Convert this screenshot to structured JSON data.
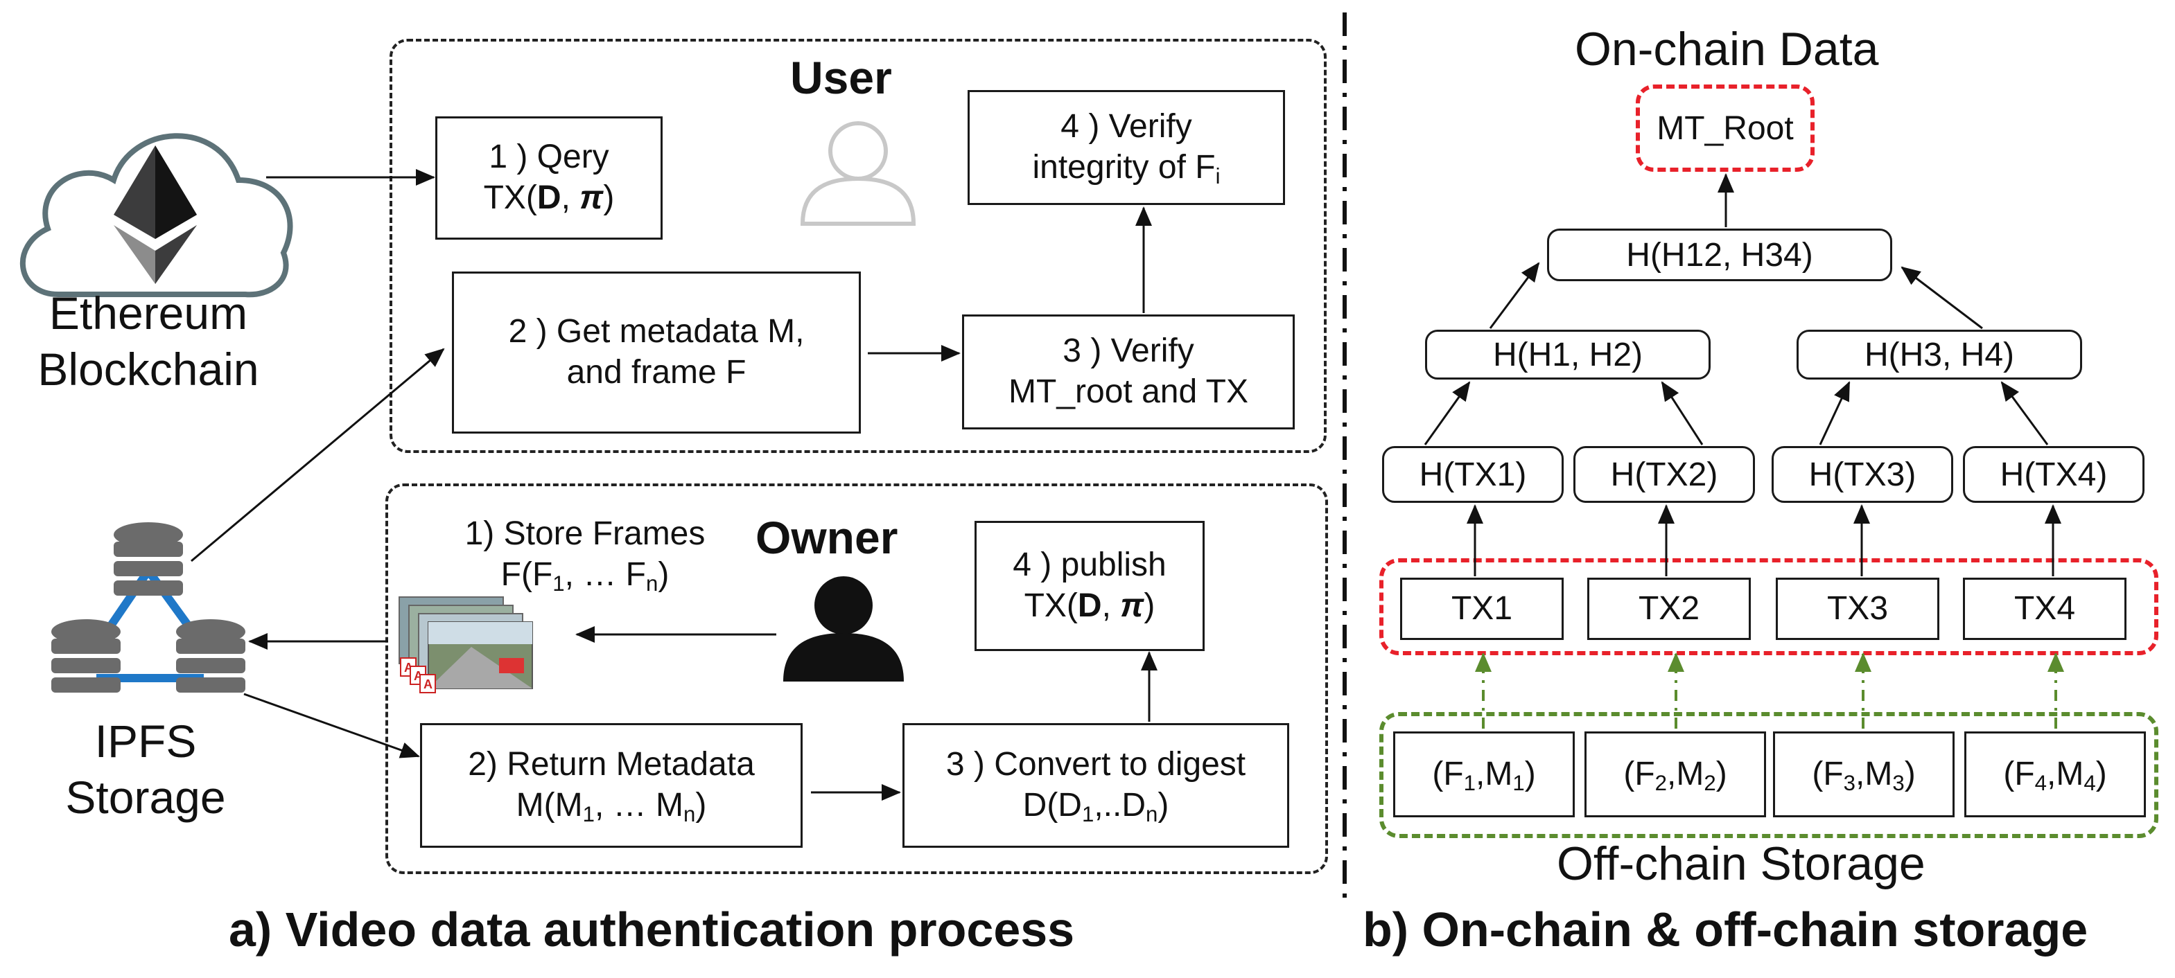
{
  "left": {
    "caption": "a) Video data authentication process",
    "ethereum": {
      "line1": "Ethereum",
      "line2": "Blockchain"
    },
    "ipfs": {
      "line1": "IPFS",
      "line2": "Storage"
    },
    "user": {
      "title": "User",
      "query": {
        "line1": "1 ) Qery",
        "tx_prefix": "TX(",
        "d": "D",
        "sep": ", ",
        "pi": "π",
        "close": ")"
      },
      "verify_integrity": {
        "line1": "4 ) Verify",
        "line2_prefix": "integrity of F",
        "line2_sub": "i"
      },
      "get_metadata": {
        "line1": "2 ) Get metadata M,",
        "line2": "and frame F"
      },
      "verify_root": {
        "line1": "3 ) Verify",
        "line2": "MT_root and TX"
      }
    },
    "owner": {
      "title": "Owner",
      "store_frames": {
        "line1": "1) Store Frames",
        "line2_a": "F(F",
        "sub1": "1",
        "line2_b": ", … F",
        "subn": "n",
        "line2_c": ")"
      },
      "publish": {
        "line1": "4 ) publish",
        "tx_prefix": "TX(",
        "d": "D",
        "sep": ", ",
        "pi": "π",
        "close": ")"
      },
      "return_metadata": {
        "line1": "2) Return Metadata",
        "line2_a": "M(M",
        "sub1": "1",
        "line2_b": ", … M",
        "subn": "n",
        "line2_c": ")"
      },
      "convert_digest": {
        "line1": "3 ) Convert to digest",
        "line2_a": "D(D",
        "sub1": "1",
        "line2_b": ",..D",
        "subn": "n",
        "line2_c": ")"
      }
    }
  },
  "right": {
    "caption": "b) On-chain & off-chain storage",
    "on_chain_title": "On-chain Data",
    "off_chain_title": "Off-chain Storage",
    "root": "MT_Root",
    "h1234": "H(H12, H34)",
    "h12": "H(H1, H2)",
    "h34": "H(H3, H4)",
    "htx": [
      "H(TX1)",
      "H(TX2)",
      "H(TX3)",
      "H(TX4)"
    ],
    "tx": [
      "TX1",
      "TX2",
      "TX3",
      "TX4"
    ],
    "frames": [
      {
        "f": "F",
        "fs": "1",
        "m": "M",
        "ms": "1"
      },
      {
        "f": "F",
        "fs": "2",
        "m": "M",
        "ms": "2"
      },
      {
        "f": "F",
        "fs": "3",
        "m": "M",
        "ms": "3"
      },
      {
        "f": "F",
        "fs": "4",
        "m": "M",
        "ms": "4"
      }
    ]
  },
  "colors": {
    "on_chain_border": "#e8212a",
    "off_chain_border": "#5b8c2e",
    "db_icon": "#6b6b6b",
    "db_link": "#1f78c8",
    "user_icon": "#c8c8c8",
    "owner_icon": "#111111"
  }
}
